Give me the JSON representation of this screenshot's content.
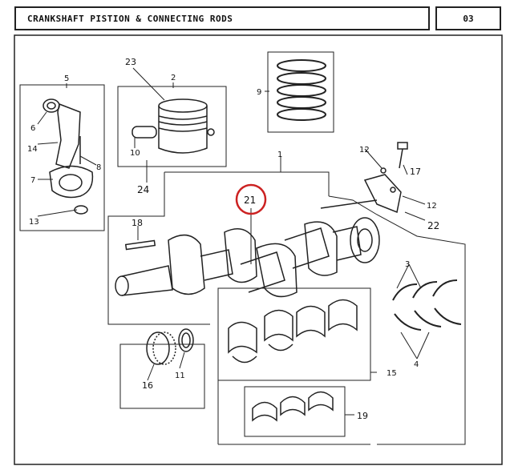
{
  "header": {
    "title": "CRANKSHAFT PISTION & CONNECTING RODS",
    "page": "03"
  },
  "callouts": {
    "c1": "1",
    "c2": "2",
    "c3": "3",
    "c4": "4",
    "c5": "5",
    "c6": "6",
    "c7": "7",
    "c8": "8",
    "c9": "9",
    "c10": "10",
    "c11": "11",
    "c12a": "12",
    "c12b": "12",
    "c13": "13",
    "c14": "14",
    "c15": "15",
    "c16": "16",
    "c17": "17",
    "c18": "18",
    "c19": "19",
    "c21": "21",
    "c22": "22",
    "c23": "23",
    "c24": "24"
  },
  "highlight": {
    "color": "#cc2222",
    "target": "21"
  },
  "colors": {
    "line": "#222222",
    "paper": "#ffffff"
  }
}
